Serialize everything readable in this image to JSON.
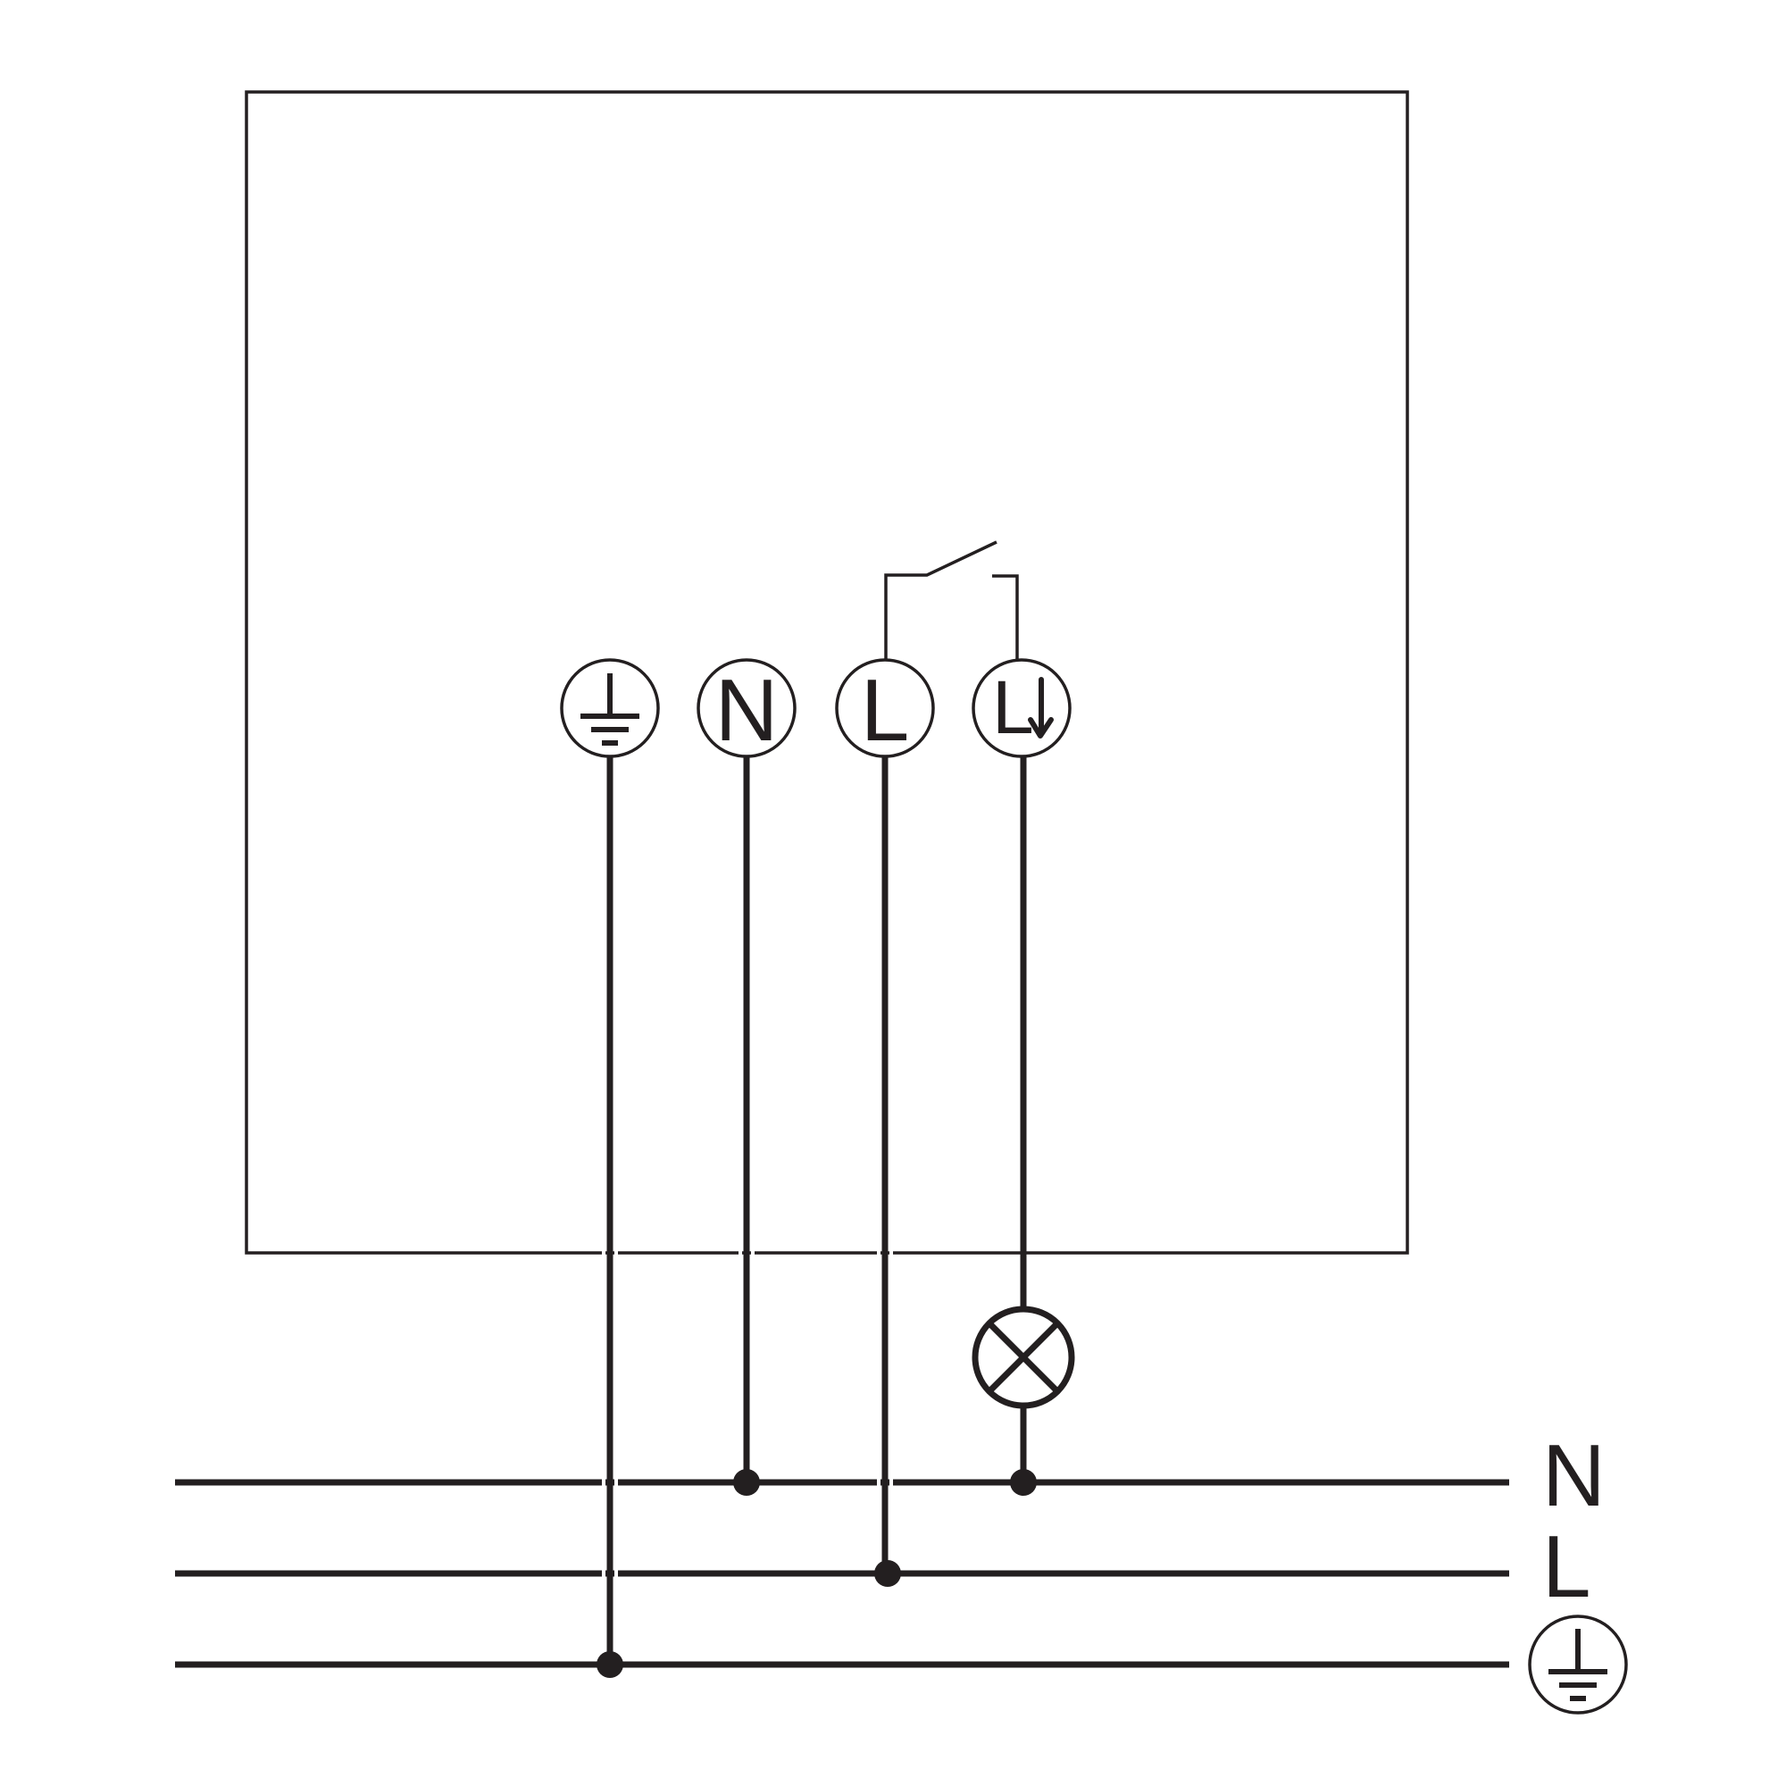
{
  "colors": {
    "line": "#231f20",
    "background": "#ffffff"
  },
  "terminals": [
    {
      "id": "pe",
      "label": "",
      "icon": "protective-earth-icon"
    },
    {
      "id": "n",
      "label": "N"
    },
    {
      "id": "l",
      "label": "L"
    },
    {
      "id": "l-switched",
      "label": "L",
      "icon": "switched-arrow-icon"
    }
  ],
  "bus_lines": [
    {
      "id": "n",
      "label": "N"
    },
    {
      "id": "l",
      "label": "L"
    },
    {
      "id": "pe",
      "label": "",
      "icon": "protective-earth-icon"
    }
  ],
  "lamp": {
    "icon": "lamp-icon"
  },
  "switch": {
    "icon": "switch-contact-icon"
  }
}
